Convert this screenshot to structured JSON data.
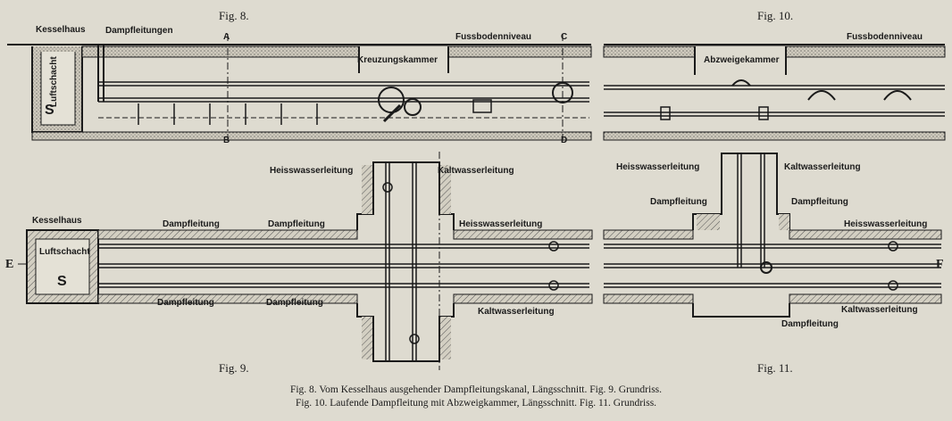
{
  "figures": {
    "fig8": "Fig. 8.",
    "fig9": "Fig. 9.",
    "fig10": "Fig. 10.",
    "fig11": "Fig. 11."
  },
  "labels": {
    "kesselhaus_top": "Kesselhaus",
    "dampfleitungen": "Dampfleitungen",
    "luftschacht_top": "Luftschacht",
    "s_top": "S",
    "a": "A",
    "b": "B",
    "c": "C",
    "d": "D",
    "kreuzungskammer": "Kreuzungskammer",
    "fussbodenniveau_8": "Fussbodenniveau",
    "fussbodenniveau_10": "Fussbodenniveau",
    "abzweigekammer": "Abzweigekammer",
    "kesselhaus_plan": "Kesselhaus",
    "luftschacht_plan": "Luftschacht",
    "s_plan": "S",
    "e": "E",
    "f": "F",
    "heiss9": "Heisswasserleitung",
    "kalt9_top": "Kaltwasserleitung",
    "damp9_a": "Dampfleitung",
    "damp9_b": "Dampfleitung",
    "damp9_c": "Dampfleitung",
    "damp9_d": "Dampfleitung",
    "heiss9_right": "Heisswasserleitung",
    "kalt9_right": "Kaltwasserleitung",
    "heiss11": "Heisswasserleitung",
    "kalt11_top": "Kaltwasserleitung",
    "damp11_a": "Dampfleitung",
    "damp11_b": "Dampfleitung",
    "heiss11_right": "Heisswasserleitung",
    "damp11_c": "Dampfleitung",
    "kalt11_right": "Kaltwasserleitung"
  },
  "caption": {
    "line1": "Fig. 8. Vom Kesselhaus ausgehender Dampfleitungskanal, Längsschnitt. Fig. 9. Grundriss.",
    "line2": "Fig. 10. Laufende Dampfleitung mit Abzweigkammer, Längsschnitt. Fig. 11. Grundriss."
  },
  "colors": {
    "paper": "#dedbd0",
    "ink": "#1a1a1a",
    "wall": "#c9c4b6"
  }
}
